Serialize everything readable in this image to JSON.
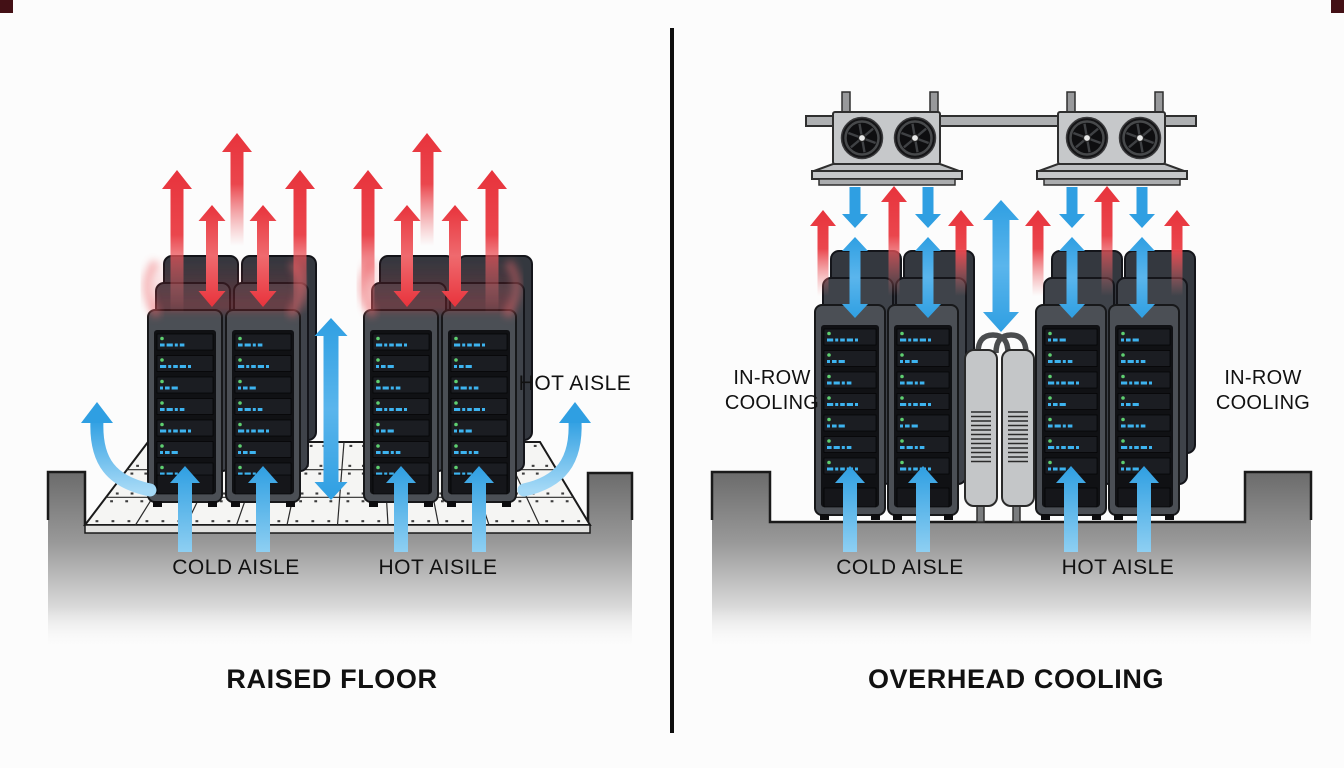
{
  "panels": {
    "left": {
      "title": "RAISED FLOOR",
      "labels": {
        "hot_aisle_side": "HOT AISLE",
        "cold_aisle": "COLD AISLE",
        "hot_aisle_floor": "HOT AISILE"
      }
    },
    "right": {
      "title": "OVERHEAD COOLING",
      "labels": {
        "in_row_left_line1": "IN-ROW",
        "in_row_left_line2": "COOLING",
        "in_row_right_line1": "IN-ROW",
        "in_row_right_line2": "COOLING",
        "cold_aisle": "COLD AISLE",
        "hot_aisle": "HOT AISLE"
      }
    }
  },
  "colors": {
    "background": "#fcfcfc",
    "hot_air": "#e8333c",
    "hot_air_light": "#ef6a6e",
    "cold_air": "#2f9fe2",
    "cold_air_light": "#8ecff2",
    "ground_dark": "#6b6b6b",
    "ground_mid": "#9a9a9a",
    "ground_light": "#d9d9d9",
    "rack_body": "#4b4f55",
    "rack_back1": "#3f434a",
    "rack_back2": "#34383f",
    "rack_inner": "#101114",
    "rack_slot": "#1b1d22",
    "led_green": "#5ecf70",
    "slot_text_blue": "#3db3ef",
    "tile": "#f5f5f3",
    "tile_edge": "#e2e2e0",
    "unit_body": "#c6c8ca",
    "unit_bar": "#aaacae",
    "rail": "#aeb0b2",
    "fan_dark": "#141416",
    "outline": "#1a1a1a",
    "divider": "#0e0e0e",
    "text": "#111111",
    "artifact": "#431015"
  }
}
